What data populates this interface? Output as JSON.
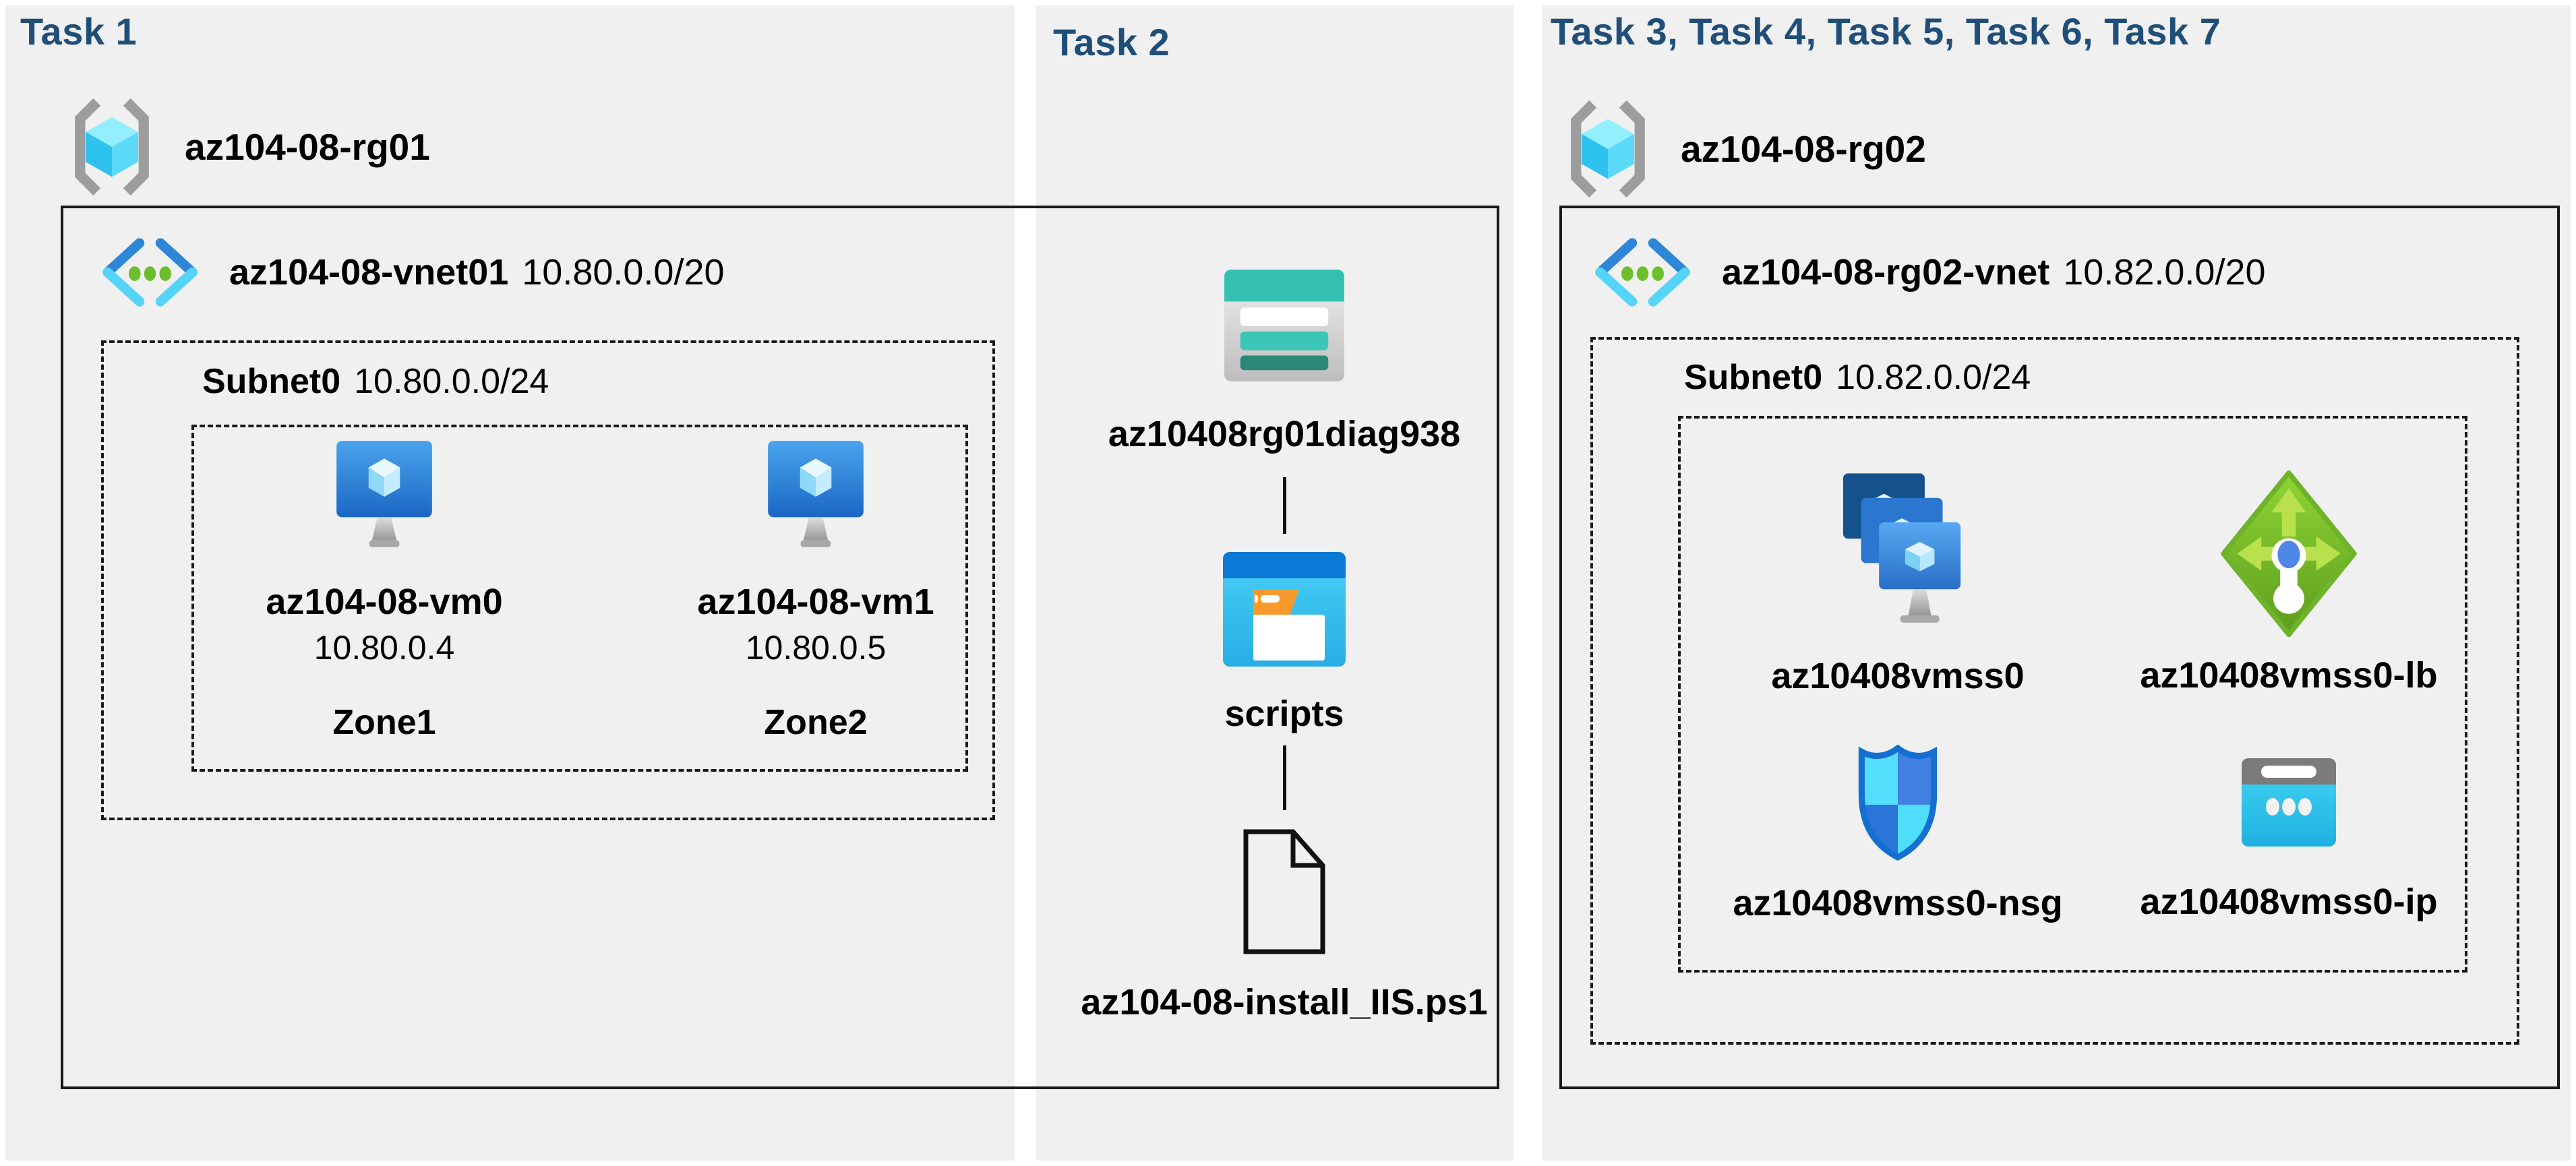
{
  "colors": {
    "panel_background": "#f0f0f0",
    "task_title": "#1f4e79",
    "diagram_lines": "#1a1a1a"
  },
  "task1": {
    "title": "Task 1",
    "resource_group": "az104-08-rg01",
    "vnet": {
      "name": "az104-08-vnet01",
      "cidr": "10.80.0.0/20"
    },
    "subnet": {
      "name": "Subnet0",
      "cidr": "10.80.0.0/24"
    },
    "vms": [
      {
        "name": "az104-08-vm0",
        "ip": "10.80.0.4",
        "zone": "Zone1"
      },
      {
        "name": "az104-08-vm1",
        "ip": "10.80.0.5",
        "zone": "Zone2"
      }
    ]
  },
  "task2": {
    "title": "Task 2",
    "storage_account": "az10408rg01diag938",
    "container": "scripts",
    "file": "az104-08-install_IIS.ps1"
  },
  "task3": {
    "title": "Task 3, Task 4, Task 5, Task 6, Task 7",
    "resource_group": "az104-08-rg02",
    "vnet": {
      "name": "az104-08-rg02-vnet",
      "cidr": "10.82.0.0/20"
    },
    "subnet": {
      "name": "Subnet0",
      "cidr": "10.82.0.0/24"
    },
    "resources": [
      {
        "name": "az10408vmss0"
      },
      {
        "name": "az10408vmss0-lb"
      },
      {
        "name": "az10408vmss0-nsg"
      },
      {
        "name": "az10408vmss0-ip"
      }
    ]
  }
}
